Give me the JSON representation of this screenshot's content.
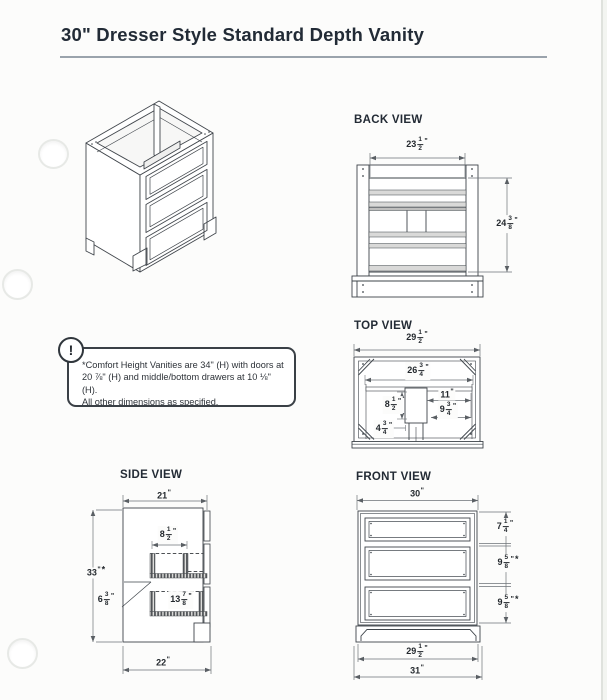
{
  "page": {
    "title": "30\" Dresser Style Standard Depth Vanity"
  },
  "note": {
    "icon": "!",
    "lines": [
      "*Comfort Height Vanities are 34\" (H) with doors at",
      "20 ⅞\" (H) and middle/bottom drawers at 10 ⅛\" (H).",
      "All other dimensions as specified."
    ]
  },
  "views": {
    "back": {
      "label": "BACK VIEW",
      "dims": {
        "width": {
          "whole": "23",
          "num": "1",
          "den": "2",
          "unit": "\""
        },
        "height": {
          "whole": "24",
          "num": "3",
          "den": "8",
          "unit": "\""
        }
      }
    },
    "top": {
      "label": "TOP VIEW",
      "dims": {
        "overall_width": {
          "whole": "29",
          "num": "1",
          "den": "2",
          "unit": "\""
        },
        "inner_width": {
          "whole": "26",
          "num": "3",
          "den": "4",
          "unit": "\""
        },
        "depth_left": {
          "whole": "8",
          "num": "1",
          "den": "2",
          "unit": "\""
        },
        "right_width": {
          "whole": "11",
          "unit": "\""
        },
        "right_depth": {
          "whole": "9",
          "num": "3",
          "den": "4",
          "unit": "\""
        },
        "center_offset": {
          "whole": "4",
          "num": "3",
          "den": "4",
          "unit": "\""
        }
      }
    },
    "side": {
      "label": "SIDE VIEW",
      "dims": {
        "top_width": {
          "whole": "21",
          "unit": "\""
        },
        "height": {
          "whole": "33",
          "unit": "\"",
          "suffix": "*"
        },
        "drawer_top": {
          "whole": "8",
          "num": "1",
          "den": "2",
          "unit": "\""
        },
        "rail": {
          "whole": "6",
          "num": "3",
          "den": "8",
          "unit": "\""
        },
        "drawer_bottom": {
          "whole": "13",
          "num": "7",
          "den": "8",
          "unit": "\""
        },
        "bottom_width": {
          "whole": "22",
          "unit": "\""
        }
      }
    },
    "front": {
      "label": "FRONT VIEW",
      "dims": {
        "width": {
          "whole": "30",
          "unit": "\""
        },
        "drawer1": {
          "whole": "7",
          "num": "1",
          "den": "4",
          "unit": "\""
        },
        "drawer2": {
          "whole": "9",
          "num": "5",
          "den": "8",
          "unit": "\"",
          "suffix": "*"
        },
        "drawer3": {
          "whole": "9",
          "num": "5",
          "den": "8",
          "unit": "\"",
          "suffix": "*"
        },
        "base_width": {
          "whole": "29",
          "num": "1",
          "den": "2",
          "unit": "\""
        },
        "floor_width": {
          "whole": "31",
          "unit": "\""
        }
      }
    }
  }
}
